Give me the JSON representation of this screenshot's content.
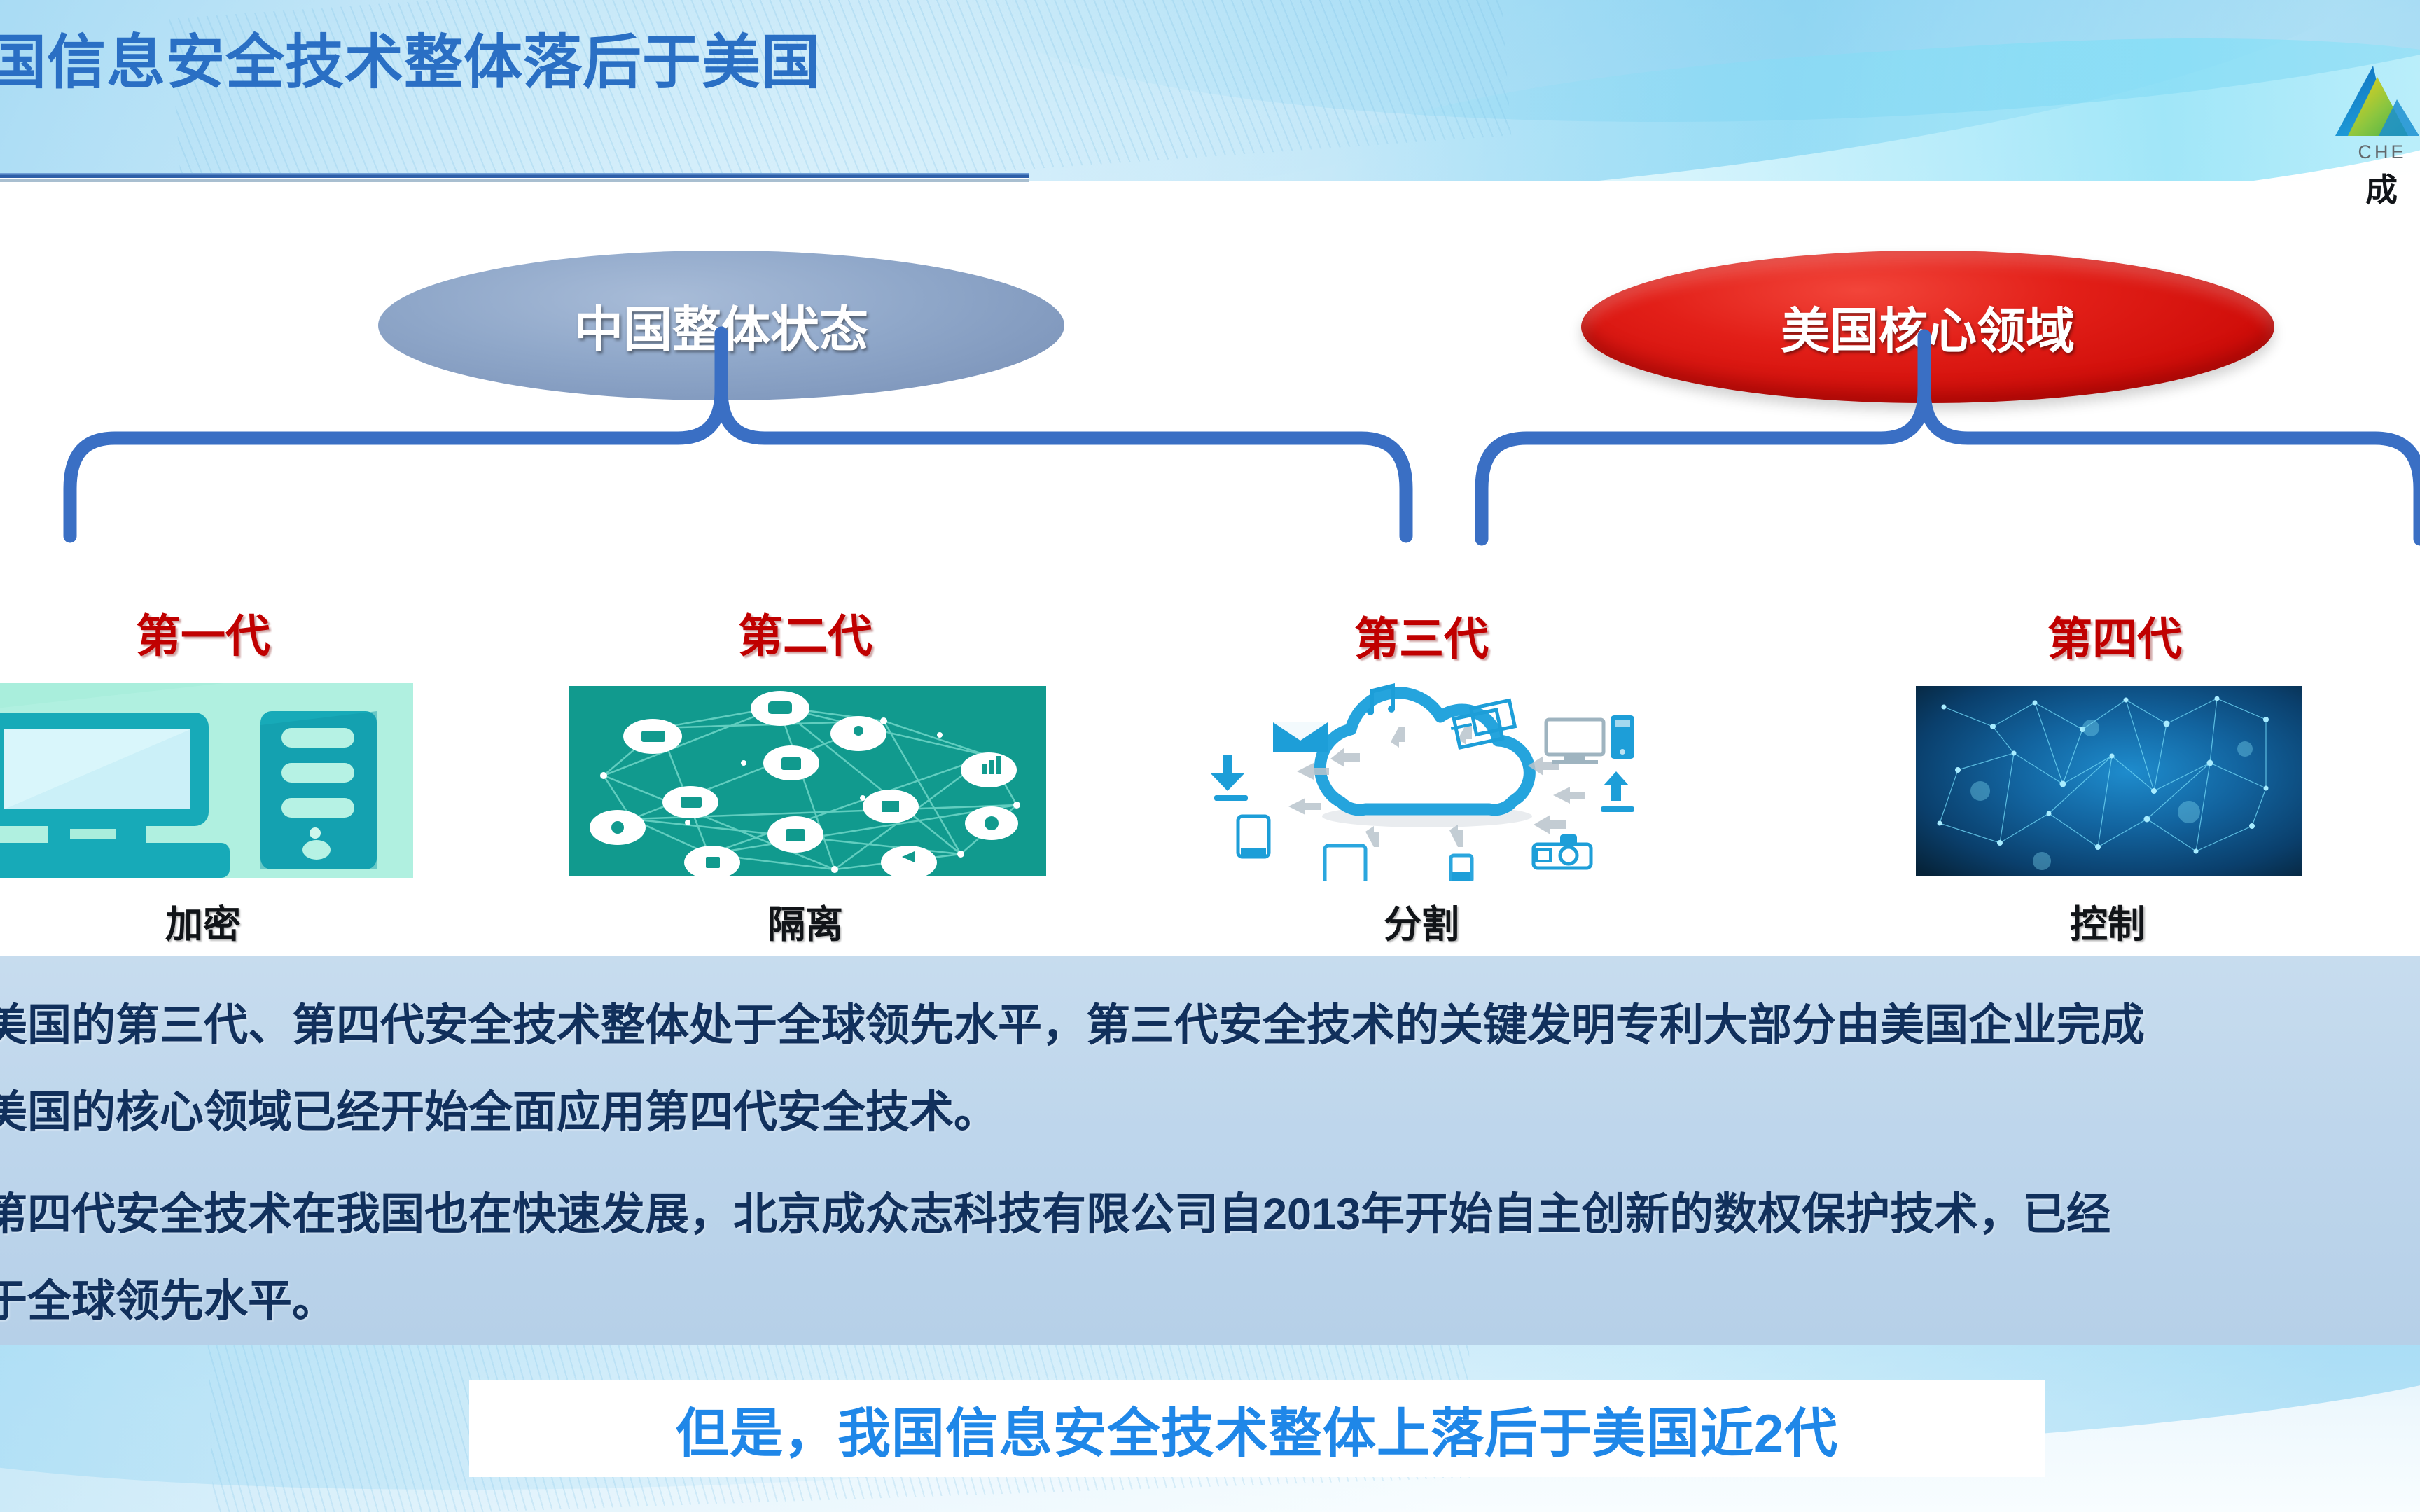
{
  "header": {
    "title": "国信息安全技术整体落后于美国",
    "logo": {
      "mark": "triangle-logo",
      "en": "CHE",
      "cn": "成"
    }
  },
  "diagram": {
    "nodes": [
      {
        "id": "china",
        "label": "中国整体状态",
        "color": "#8098bd"
      },
      {
        "id": "usa",
        "label": "美国核心领域",
        "color": "#cf0d09"
      }
    ],
    "brace_color": "#3a6fc4",
    "generations": [
      {
        "label": "第一代",
        "caption": "加密",
        "image": "desktop-computer-icon"
      },
      {
        "label": "第二代",
        "caption": "隔离",
        "image": "network-mesh-icon"
      },
      {
        "label": "第三代",
        "caption": "分割",
        "image": "cloud-computing-icon"
      },
      {
        "label": "第四代",
        "caption": "控制",
        "image": "blue-network-constellation-icon"
      }
    ],
    "label_color": "#c00000",
    "caption_color": "#111418"
  },
  "body": {
    "lines": [
      "美国的第三代、第四代安全技术整体处于全球领先水平，第三代安全技术的关键发明专利大部分由美国企业完成",
      "美国的核心领域已经开始全面应用第四代安全技术。",
      "第四代安全技术在我国也在快速发展，北京成众志科技有限公司自2013年开始自主创新的数权保护技术，已经",
      "于全球领先水平。"
    ],
    "text_color": "#11305c",
    "background_color": "#bed6ec"
  },
  "footer": {
    "caption": "但是，我国信息安全技术整体上落后于美国近2代",
    "caption_color": "#1f87e8"
  }
}
